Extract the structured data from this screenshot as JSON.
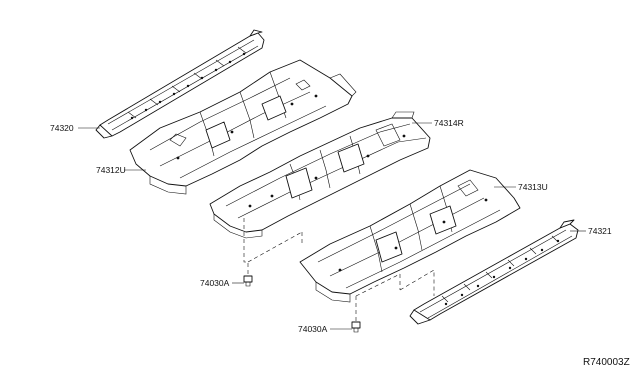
{
  "parts": {
    "p74320": "74320",
    "p74312U": "74312U",
    "p74314R": "74314R",
    "p74313U": "74313U",
    "p74321": "74321",
    "p74030A_left": "74030A",
    "p74030A_bottom": "74030A"
  },
  "diagram_code": "R740003Z"
}
